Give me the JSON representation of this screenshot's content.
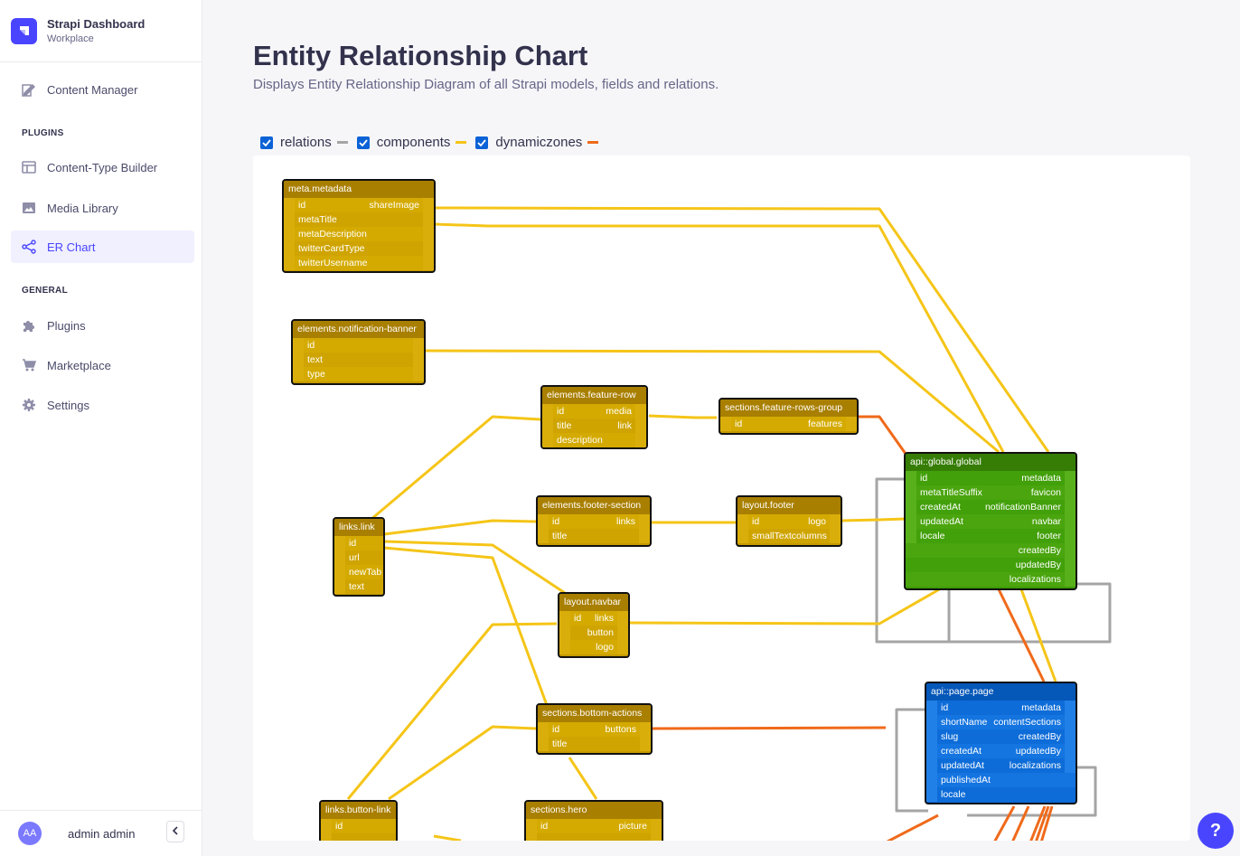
{
  "brand": {
    "title": "Strapi Dashboard",
    "subtitle": "Workplace"
  },
  "nav": {
    "content_manager": "Content Manager",
    "plugins_title": "PLUGINS",
    "ctb": "Content-Type Builder",
    "media": "Media Library",
    "er": "ER Chart",
    "general_title": "GENERAL",
    "plugins": "Plugins",
    "marketplace": "Marketplace",
    "settings": "Settings"
  },
  "user": {
    "initials": "AA",
    "name": "admin admin"
  },
  "page": {
    "title": "Entity Relationship Chart",
    "subtitle": "Displays Entity Relationship Diagram of all Strapi models, fields and relations."
  },
  "legend": {
    "relations": "relations",
    "components": "components",
    "dynamiczones": "dynamiczones",
    "colors": {
      "relations": "#a5a5a5",
      "components": "#f5c518",
      "dynamiczones": "#f06a1a"
    }
  },
  "help": "?",
  "nodes": {
    "meta": {
      "title": "meta.metadata",
      "rows": [
        [
          "id",
          "shareImage"
        ],
        [
          "metaTitle",
          ""
        ],
        [
          "metaDescription",
          ""
        ],
        [
          "twitterCardType",
          ""
        ],
        [
          "twitterUsername",
          ""
        ]
      ]
    },
    "banner": {
      "title": "elements.notification-banner",
      "rows": [
        [
          "id",
          ""
        ],
        [
          "text",
          ""
        ],
        [
          "type",
          ""
        ]
      ]
    },
    "featurerow": {
      "title": "elements.feature-row",
      "rows": [
        [
          "id",
          "media"
        ],
        [
          "title",
          "link"
        ],
        [
          "description",
          ""
        ]
      ]
    },
    "featuregroup": {
      "title": "sections.feature-rows-group",
      "rows": [
        [
          "id",
          "features"
        ]
      ]
    },
    "global": {
      "title": "api::global.global",
      "rows": [
        [
          "id",
          "metadata"
        ],
        [
          "metaTitleSuffix",
          "favicon"
        ],
        [
          "createdAt",
          "notificationBanner"
        ],
        [
          "updatedAt",
          "navbar"
        ],
        [
          "locale",
          "footer"
        ],
        [
          "",
          "createdBy"
        ],
        [
          "",
          "updatedBy"
        ],
        [
          "",
          "localizations"
        ]
      ]
    },
    "link": {
      "title": "links.link",
      "rows": [
        [
          "id",
          ""
        ],
        [
          "url",
          ""
        ],
        [
          "newTab",
          ""
        ],
        [
          "text",
          ""
        ]
      ]
    },
    "footersection": {
      "title": "elements.footer-section",
      "rows": [
        [
          "id",
          "links"
        ],
        [
          "title",
          ""
        ]
      ]
    },
    "footer": {
      "title": "layout.footer",
      "rows": [
        [
          "id",
          "logo"
        ],
        [
          "smallTextcolumns",
          ""
        ]
      ]
    },
    "navbar": {
      "title": "layout.navbar",
      "rows": [
        [
          "id",
          "links"
        ],
        [
          "",
          "button"
        ],
        [
          "",
          "logo"
        ]
      ]
    },
    "bottomactions": {
      "title": "sections.bottom-actions",
      "rows": [
        [
          "id",
          "buttons"
        ],
        [
          "title",
          ""
        ]
      ]
    },
    "pagepage": {
      "title": "api::page.page",
      "rows": [
        [
          "id",
          "metadata"
        ],
        [
          "shortName",
          "contentSections"
        ],
        [
          "slug",
          "createdBy"
        ],
        [
          "createdAt",
          "updatedBy"
        ],
        [
          "updatedAt",
          "localizations"
        ],
        [
          "publishedAt",
          ""
        ],
        [
          "locale",
          ""
        ]
      ]
    },
    "buttonlink": {
      "title": "links.button-link",
      "rows": [
        [
          "id",
          ""
        ],
        [
          "",
          ""
        ]
      ]
    },
    "hero": {
      "title": "sections.hero",
      "rows": [
        [
          "id",
          "picture"
        ],
        [
          "",
          ""
        ]
      ]
    }
  }
}
